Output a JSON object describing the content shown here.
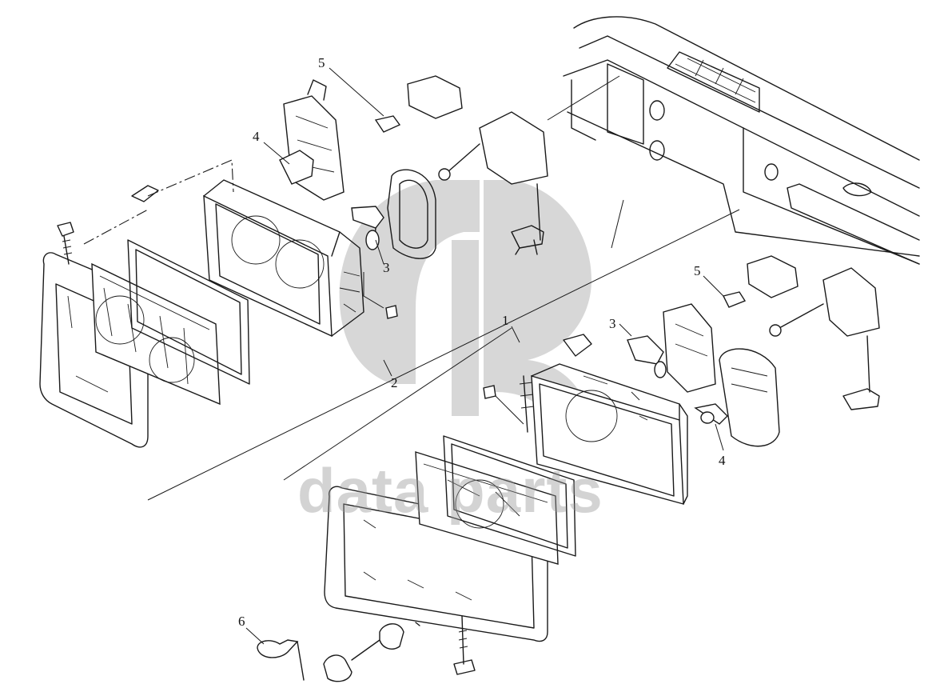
{
  "watermark": {
    "text": "data parts"
  },
  "callouts": [
    {
      "id": "c1",
      "label": "1"
    },
    {
      "id": "c2",
      "label": "2"
    },
    {
      "id": "c3a",
      "label": "3"
    },
    {
      "id": "c3b",
      "label": "3"
    },
    {
      "id": "c4a",
      "label": "4"
    },
    {
      "id": "c4b",
      "label": "4"
    },
    {
      "id": "c5a",
      "label": "5"
    },
    {
      "id": "c5b",
      "label": "5"
    },
    {
      "id": "c6",
      "label": "6"
    }
  ]
}
